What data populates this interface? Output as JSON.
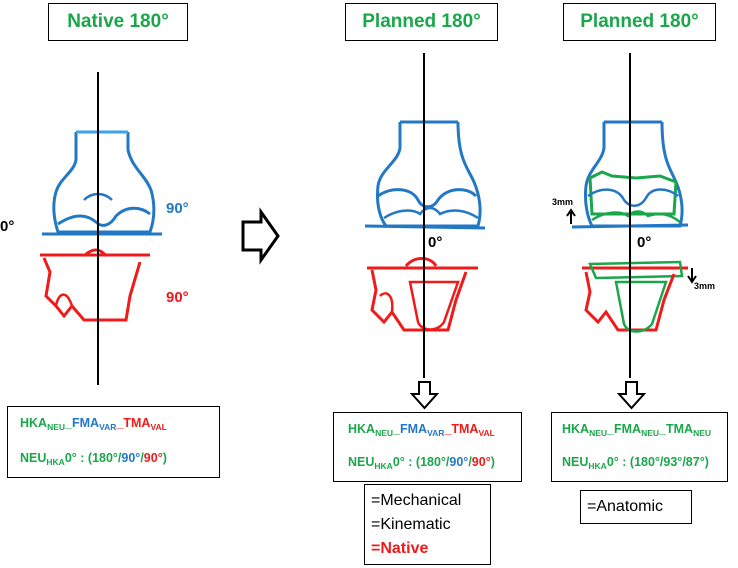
{
  "titles": {
    "native": "Native 180°",
    "planned_mid": "Planned 180°",
    "planned_right": "Planned 180°"
  },
  "angles": {
    "native_zero": "0°",
    "native_femur": "90°",
    "native_tibia": "90°",
    "planned_mid_zero": "0°",
    "planned_right_zero": "0°"
  },
  "offsets": {
    "femur": "3mm",
    "tibia": "3mm"
  },
  "formula": {
    "hka": "HKA",
    "neu": "NEU",
    "fma": "FMA",
    "tma": "TMA",
    "var": "VAR",
    "val": "VAL",
    "sep": "_",
    "neu_hka": "NEU",
    "hka_sub": "HKA",
    "zero_colon": "0° : (",
    "close": ")",
    "slash": "/",
    "v180": "180°",
    "v90a": "90°",
    "v90b": "90°",
    "v93": "93°",
    "v87": "87°"
  },
  "alignment": {
    "mechanical": "=Mechanical",
    "kinematic": "=Kinematic",
    "native": "=Native",
    "anatomic": "=Anatomic"
  },
  "colors": {
    "green": "#1aa64a",
    "blue": "#2278c5",
    "red": "#ef1b1b"
  }
}
